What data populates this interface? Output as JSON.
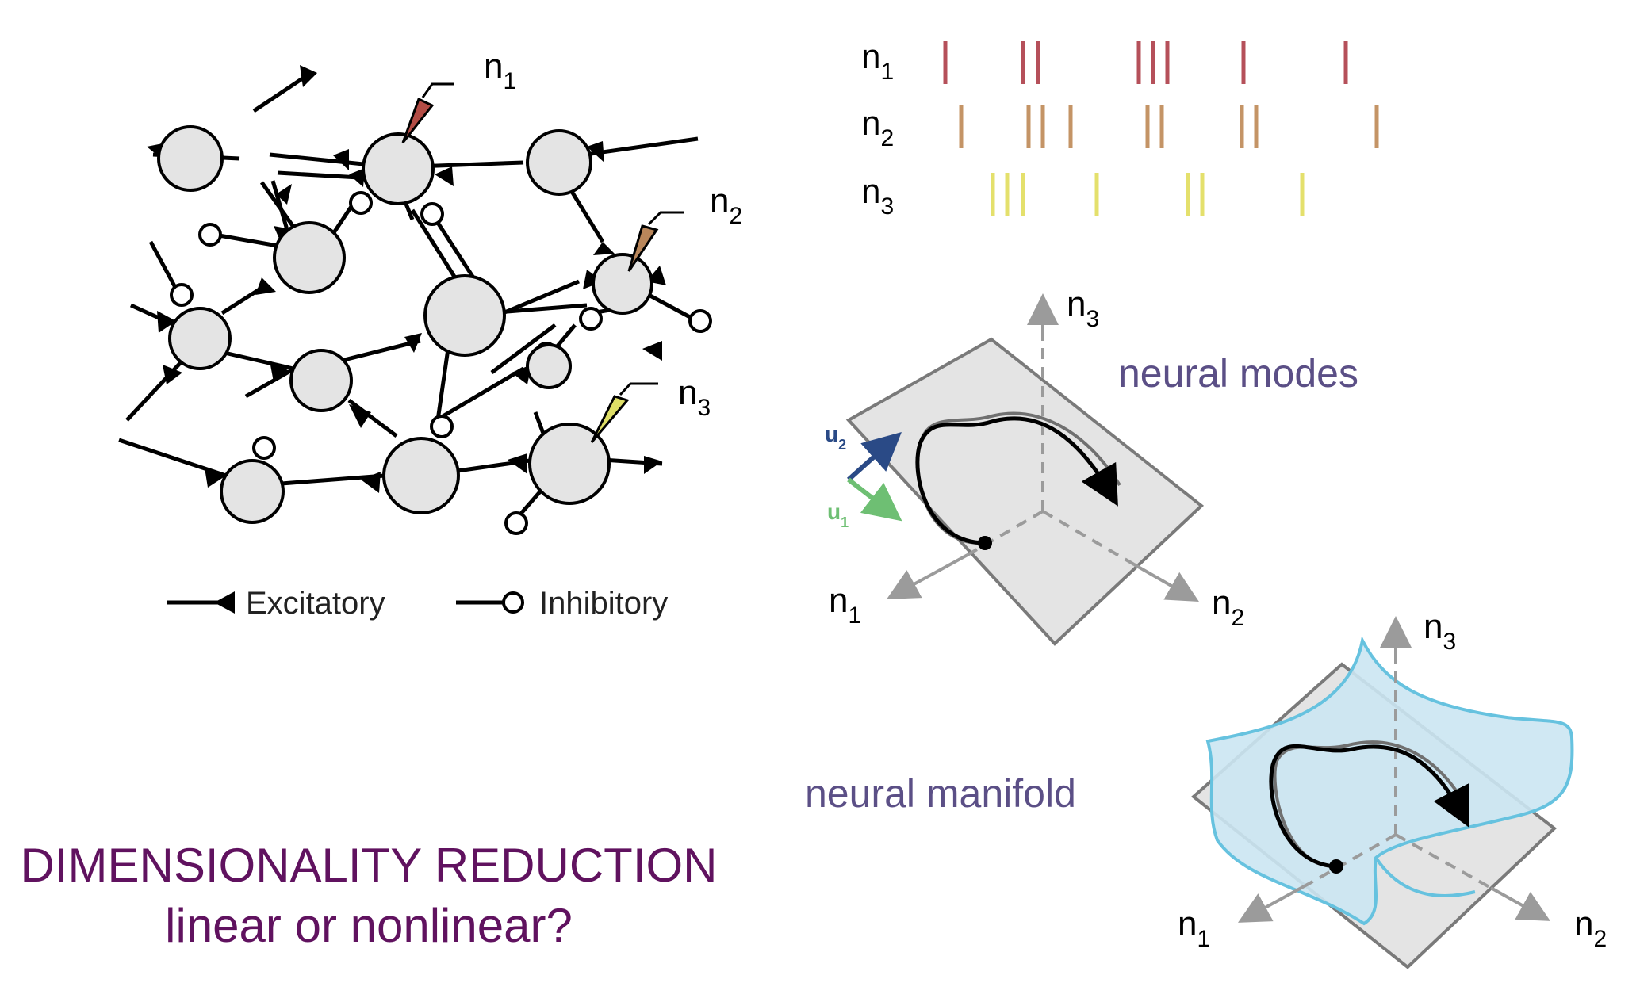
{
  "neuron_labels": {
    "n1": {
      "base": "n",
      "sub": "1"
    },
    "n2": {
      "base": "n",
      "sub": "2"
    },
    "n3": {
      "base": "n",
      "sub": "3"
    }
  },
  "legend": {
    "excitatory": "Excitatory",
    "inhibitory": "Inhibitory"
  },
  "raster": {
    "rows": [
      {
        "name": "n1",
        "color": "#b5505a"
      },
      {
        "name": "n2",
        "color": "#c49466"
      },
      {
        "name": "n3",
        "color": "#e4e06c"
      }
    ]
  },
  "modes_panel": {
    "title": "neural modes",
    "u1": {
      "base": "u",
      "sub": "1"
    },
    "u2": {
      "base": "u",
      "sub": "2"
    },
    "u1_color": "#6ebf73",
    "u2_color": "#2a4a86"
  },
  "manifold_panel": {
    "title": "neural manifold"
  },
  "caption": {
    "line1": "DIMENSIONALITY REDUCTION",
    "line2": "linear or nonlinear?"
  },
  "colors": {
    "accent_purple": "#60125f",
    "modes_text": "#5b4f86",
    "manifold_fill": "#cbe6f2",
    "manifold_stroke": "#66c2df"
  }
}
